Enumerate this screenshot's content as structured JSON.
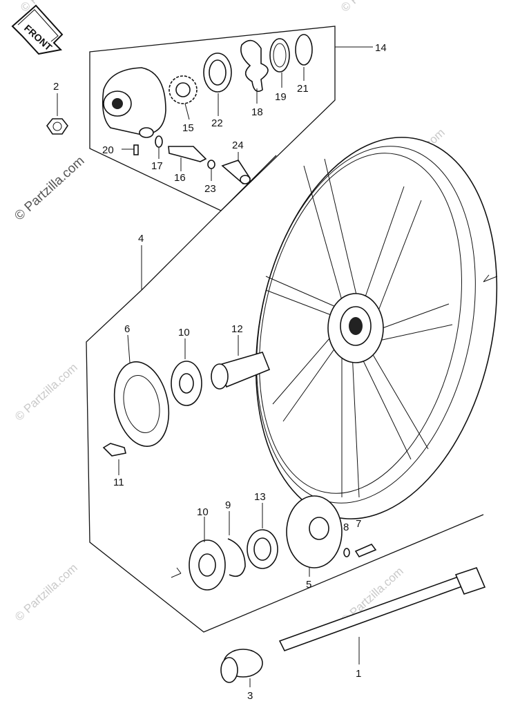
{
  "front_arrow": {
    "label": "FRONT"
  },
  "watermark": "© Partzilla.com",
  "callouts": {
    "p1": "1",
    "p2": "2",
    "p3": "3",
    "p4": "4",
    "p5": "5",
    "p6": "6",
    "p7": "7",
    "p8": "8",
    "p9": "9",
    "p10a": "10",
    "p10b": "10",
    "p11": "11",
    "p12": "12",
    "p13": "13",
    "p14": "14",
    "p15": "15",
    "p16": "16",
    "p17": "17",
    "p18": "18",
    "p19": "19",
    "p20": "20",
    "p21": "21",
    "p22": "22",
    "p23": "23",
    "p24": "24"
  }
}
